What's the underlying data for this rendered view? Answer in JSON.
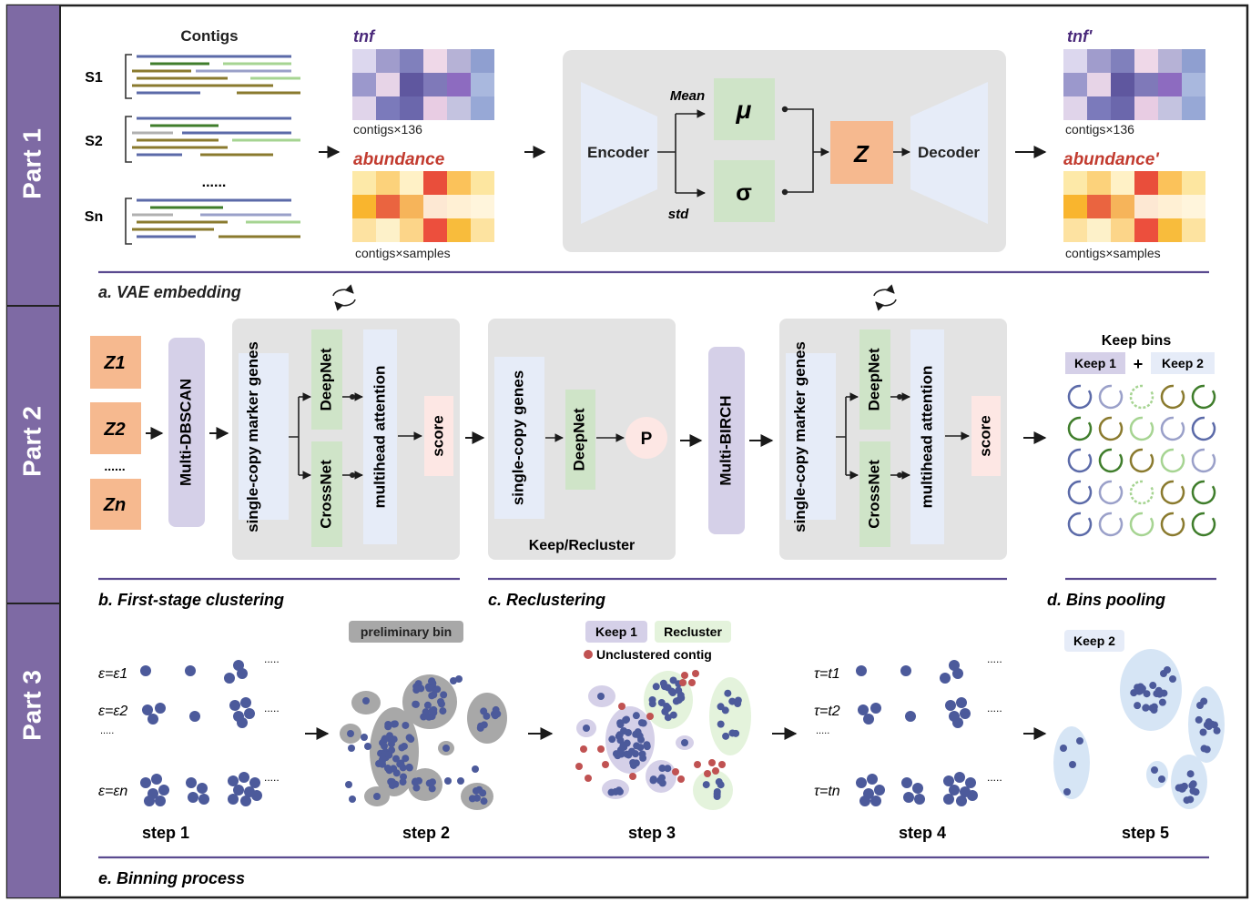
{
  "parts": {
    "p1": "Part 1",
    "p2": "Part 2",
    "p3": "Part 3"
  },
  "colors": {
    "sidebar": "#7e6aa4",
    "accent_line": "#5a4a8f",
    "panel": "#e3e3e3",
    "z_box": "#f6b98f",
    "green_box": "#cfe4c8",
    "blue_box": "#e6ecf8",
    "score_box": "#fde7e4",
    "dbscan": "#d5d0e8",
    "dot": "#4c5a9b",
    "red_dot": "#c05252"
  },
  "part1": {
    "contigs_title": "Contigs",
    "samples": [
      "S1",
      "S2",
      "Sn"
    ],
    "dots": "......",
    "tnf": "tnf",
    "tnf_prime": "tnf'",
    "abundance": "abundance",
    "abundance_prime": "abundance'",
    "contigs136": "contigs×136",
    "contigs_samples": "contigs×samples",
    "encoder": "Encoder",
    "decoder": "Decoder",
    "mean": "Mean",
    "std": "std",
    "mu": "μ",
    "sigma": "σ",
    "z": "Z",
    "caption": "a. VAE embedding",
    "tnf_colors": [
      [
        "#dcd7ee",
        "#a09ccc",
        "#8080bc",
        "#efd8e8",
        "#b6b2d6",
        "#8f9fd0"
      ],
      [
        "#9b98cc",
        "#e7d4e7",
        "#5f579f",
        "#7f79b9",
        "#8d6bc0",
        "#a9b8de"
      ],
      [
        "#e0d4ea",
        "#7b7abb",
        "#6b67ac",
        "#e8cce3",
        "#c4c3e0",
        "#97a8d6"
      ]
    ],
    "abund_colors": [
      [
        "#fde9a8",
        "#fcd27b",
        "#fff1c6",
        "#e94e3b",
        "#fbc25a",
        "#fde6a0"
      ],
      [
        "#f9b52e",
        "#ea6440",
        "#f6b45a",
        "#fde8d3",
        "#fff0d4",
        "#fff5dc"
      ],
      [
        "#fde2a1",
        "#fdf1c9",
        "#fcd589",
        "#ec4f3d",
        "#f8bc3c",
        "#fde3a0"
      ]
    ]
  },
  "part2": {
    "z1": "Z1",
    "z2": "Z2",
    "zn": "Zn",
    "zdots": "......",
    "multi_dbscan": "Multi-DBSCAN",
    "scmg": "single-copy marker genes",
    "deepnet": "DeepNet",
    "crossnet": "CrossNet",
    "mha": "multihead attention",
    "score": "score",
    "scg": "single-copy genes",
    "p": "P",
    "keep_recluster": "Keep/Recluster",
    "multi_birch": "Multi-BIRCH",
    "keep_bins": "Keep bins",
    "keep1": "Keep 1",
    "keep2": "Keep 2",
    "plus": "+",
    "caption_b": "b. First-stage clustering",
    "caption_c": "c. Reclustering",
    "caption_d": "d. Bins pooling"
  },
  "part3": {
    "eps1": "ε=ε1",
    "eps2": "ε=ε2",
    "epsn": "ε=εn",
    "tau1": "τ=t1",
    "tau2": "τ=t2",
    "taun": "τ=tn",
    "ell": ".....",
    "preliminary_bin": "preliminary bin",
    "keep1": "Keep 1",
    "recluster": "Recluster",
    "unclustered": "Unclustered contig",
    "keep2": "Keep 2",
    "steps": [
      "step 1",
      "step 2",
      "step 3",
      "step 4",
      "step 5"
    ],
    "caption": "e. Binning process"
  }
}
